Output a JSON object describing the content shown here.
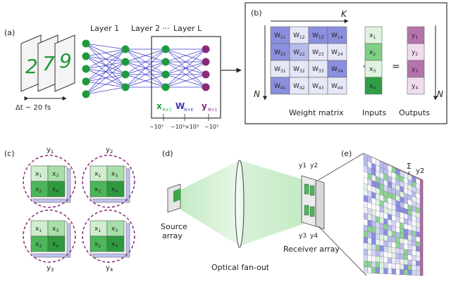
{
  "panels": {
    "a": "(a)",
    "b": "(b)",
    "c": "(c)",
    "d": "(d)",
    "e": "(e)"
  },
  "network": {
    "layer1": "Layer 1",
    "layer2": "Layer 2",
    "ellipsis": "···",
    "layerL": "Layer L",
    "x_main": "x",
    "x_sub": "K×1",
    "w_main": "W",
    "w_sub": "N×K",
    "y_main": "y",
    "y_sub": "N×1",
    "dim_x": "~10³",
    "dim_w": "~10³×10³",
    "dim_y": "~10³",
    "frame_time": "Δt ~ 20 fs",
    "digits": [
      "2",
      "7",
      "9"
    ]
  },
  "matrix": {
    "k_label": "K",
    "n_label": "N",
    "weights": [
      [
        "W11",
        "W12",
        "W13",
        "W14"
      ],
      [
        "W21",
        "W22",
        "W23",
        "W24"
      ],
      [
        "W31",
        "W32",
        "W33",
        "W34"
      ],
      [
        "W41",
        "W42",
        "W43",
        "W44"
      ]
    ],
    "inputs": [
      "x1",
      "x2",
      "x3",
      "x4"
    ],
    "outputs": [
      "y1",
      "y2",
      "y3",
      "y4"
    ],
    "dot": "∘",
    "equals": "=",
    "weight_caption": "Weight matrix",
    "inputs_caption": "Inputs",
    "outputs_caption": "Outputs"
  },
  "tiles": {
    "labels": [
      "y1",
      "y2",
      "y3",
      "y4"
    ],
    "cells": [
      "x1",
      "x3",
      "x2",
      "x4"
    ]
  },
  "optics": {
    "source": "Source",
    "source2": "array",
    "fanout": "Optical fan-out",
    "receiver": "Receiver array",
    "top_labels": [
      "y1",
      "y2"
    ],
    "bottom_labels": [
      "y3",
      "y4"
    ],
    "sum_label": "y2",
    "sum_symbol": "Σ",
    "sum_index": "k"
  },
  "colors": {
    "green_dark": "#1e9a3c",
    "green_light": "#cfeecf",
    "blue": "#8a8fde",
    "purple": "#8a2a7a"
  }
}
